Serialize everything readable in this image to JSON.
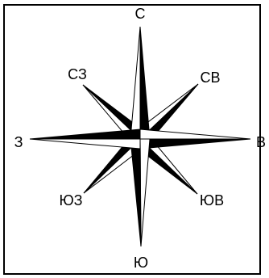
{
  "compass": {
    "labels": {
      "n": "С",
      "ne": "СВ",
      "e": "В",
      "se": "ЮВ",
      "s": "Ю",
      "sw": "ЮЗ",
      "w": "З",
      "nw": "СЗ"
    },
    "colors": {
      "dark": "#000000",
      "light": "#ffffff",
      "frame": "#000000"
    }
  }
}
